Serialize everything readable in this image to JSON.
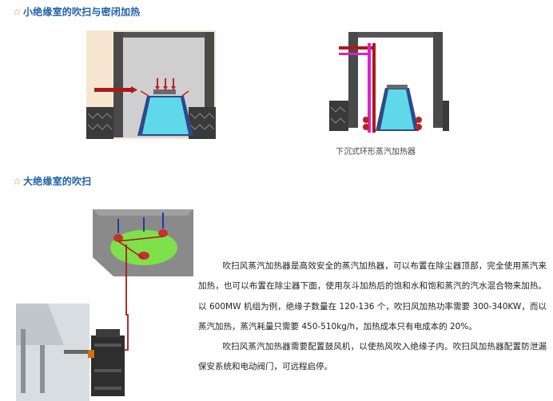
{
  "sections": [
    {
      "icon": "star-icon",
      "star": "☆",
      "title": "小绝缘室的吹扫与密闭加热"
    },
    {
      "icon": "star-icon",
      "star": "☆",
      "title": "大绝缘室的吹扫"
    }
  ],
  "figure_caption": "下沉式环形蒸汽加热器",
  "paragraphs": [
    "吹扫风蒸汽加热器是高效安全的蒸汽加热器，可以布置在除尘器顶部，完全使用蒸汽来加热，也可以布置在除尘器下面，使用灰斗加热后的饱和水和饱和蒸汽的汽水混合物来加热。以 600MW 机组为例，绝缘子数量在 120-136 个，吹扫风加热功率需要 300-340KW，而以蒸汽加热，蒸汽耗量只需要 450-510kg/h，加热成本只有电成本的 20%。",
    "吹扫风蒸汽加热器需要配置鼓风机，以使热风吹入绝缘子内。吹扫风加热器配置防泄漏保安系统和电动阀门，可远程启停。"
  ],
  "colors": {
    "heading": "#1f5fa8",
    "star": "#e2a400",
    "wall": "#4a4a4a",
    "chamber_bg": "#cfcfcf",
    "insulator": "#5fd8ea",
    "pipe_red": "#b01818",
    "pipe_magenta": "#e020c8",
    "halo_green": "#7ee04a"
  }
}
